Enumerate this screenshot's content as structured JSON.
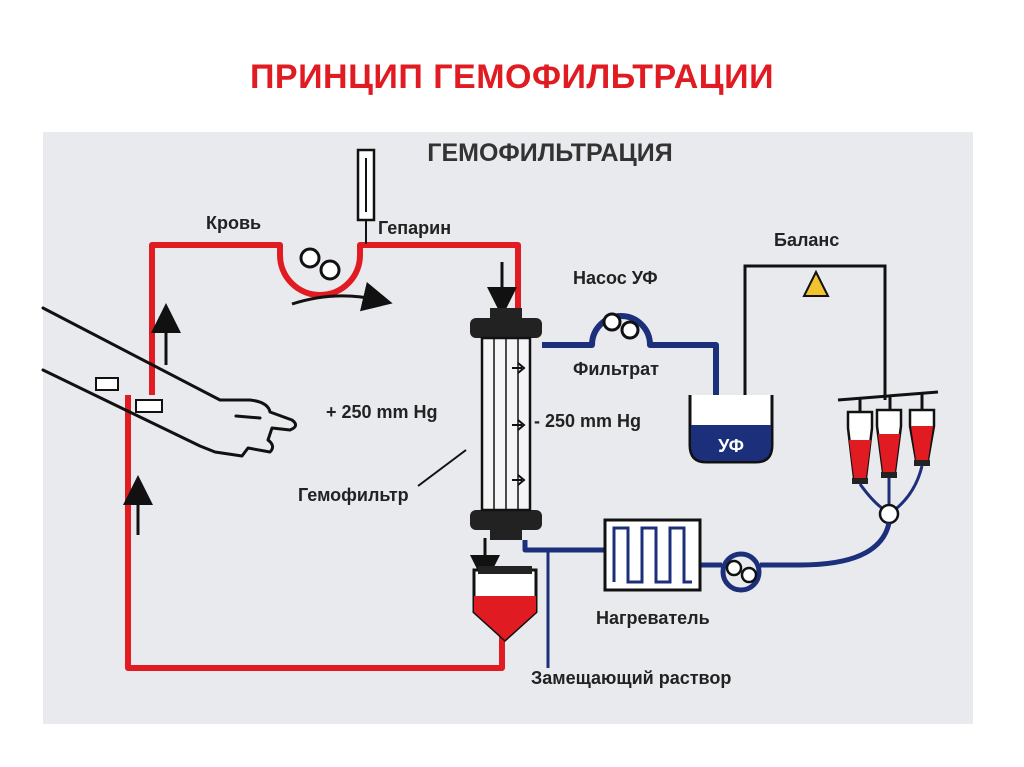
{
  "slide": {
    "title": "ПРИНЦИП ГЕМОФИЛЬТРАЦИИ"
  },
  "diagram": {
    "title": "ГЕМОФИЛЬТРАЦИЯ",
    "labels": {
      "blood": "Кровь",
      "heparin": "Гепарин",
      "uf_pump": "Насос УФ",
      "balance": "Баланс",
      "filtrate": "Фильтрат",
      "pressure_in": "+ 250 mm Hg",
      "pressure_out": "- 250 mm Hg",
      "uf_container": "УФ",
      "hemofilter": "Гемофильтр",
      "heater": "Нагреватель",
      "replacement_solution": "Замещающий раствор"
    },
    "colors": {
      "blood_line": "#e11b22",
      "filtrate_line": "#1c2f7a",
      "uf_fluid": "#1c2f7a",
      "balance_marker": "#f2c230",
      "title_red": "#e11b22"
    }
  }
}
